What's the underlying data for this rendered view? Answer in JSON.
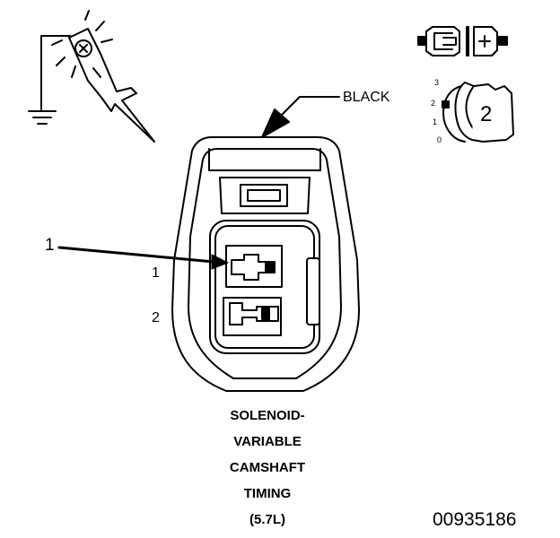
{
  "connector": {
    "color_label": "BLACK",
    "callout_number": "1",
    "cavity_labels": [
      "1",
      "2"
    ]
  },
  "view_icon": {
    "scale_labels": [
      "3",
      "2",
      "1",
      "0"
    ],
    "number": "2"
  },
  "title_lines": [
    "SOLENOID-",
    "VARIABLE",
    "CAMSHAFT",
    "TIMING",
    "(5.7L)"
  ],
  "figure_id": "00935186",
  "icons": [
    "ground-symbol",
    "test-probe-icon",
    "connector-halves-icon",
    "connector-view-icon"
  ]
}
